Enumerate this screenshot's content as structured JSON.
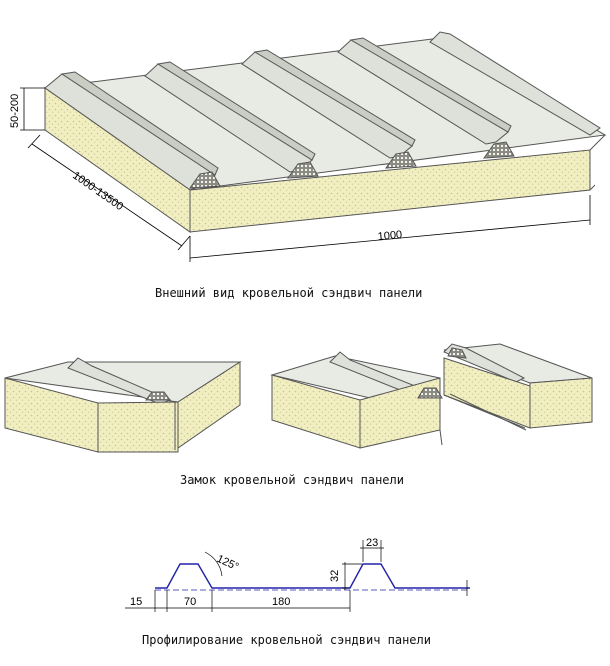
{
  "diagram": {
    "panel_view": {
      "caption": "Внешний вид кровельной сэндвич панели",
      "dim_height": "50-200",
      "dim_length": "1000-13500",
      "dim_width": "1000"
    },
    "lock_view": {
      "caption": "Замок кровельной сэндвич панели"
    },
    "profile_view": {
      "caption": "Профилирование кровельной сэндвич панели",
      "dim_15": "15",
      "dim_70": "70",
      "dim_180": "180",
      "dim_32": "32",
      "dim_23": "23",
      "dim_angle": "125°"
    },
    "colors": {
      "steel": "#e8ebe4",
      "steel_shadow": "#cfd3cb",
      "foam": "#f1efc2",
      "foam_dots": "#c9c48a",
      "profile_line": "#2222aa"
    }
  }
}
